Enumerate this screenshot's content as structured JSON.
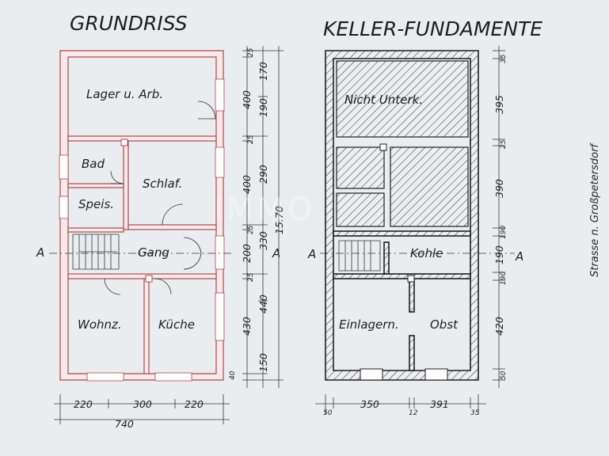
{
  "titles": {
    "left": "GRUNDRISS",
    "right": "KELLER-FUNDAMENTE"
  },
  "street": "Strasse n. Großpetersdorf",
  "watermark": "IMMO",
  "section_marks": {
    "left_a": "A",
    "mid_a": "A",
    "right_a_left": "A",
    "right_a_right": "A"
  },
  "rooms_ground": {
    "lager": "Lager u. Arb.",
    "bad": "Bad",
    "schlaf": "Schlaf.",
    "speis": "Speis.",
    "gang": "Gang",
    "wohnz": "Wohnz.",
    "kueche": "Küche"
  },
  "rooms_basement": {
    "nicht": "Nicht Unterk.",
    "kohle": "Kohle",
    "einlagern": "Einlagern.",
    "obst": "Obst"
  },
  "dims_ground_inner": [
    "25",
    "400",
    "25",
    "400",
    "25",
    "200",
    "25",
    "430",
    "40"
  ],
  "dims_ground_outer": [
    "170",
    "190",
    "290",
    "330",
    "440",
    "150"
  ],
  "dims_ground_total_v": "15.70",
  "dims_ground_bottom": [
    "220",
    "300",
    "220"
  ],
  "dims_ground_total_h": "740",
  "dims_base_right": [
    "35",
    "395",
    "25",
    "390",
    "190",
    "190",
    "190",
    "420",
    "50"
  ],
  "dims_base_bottom": [
    "50",
    "350",
    "12",
    "391",
    "35"
  ]
}
